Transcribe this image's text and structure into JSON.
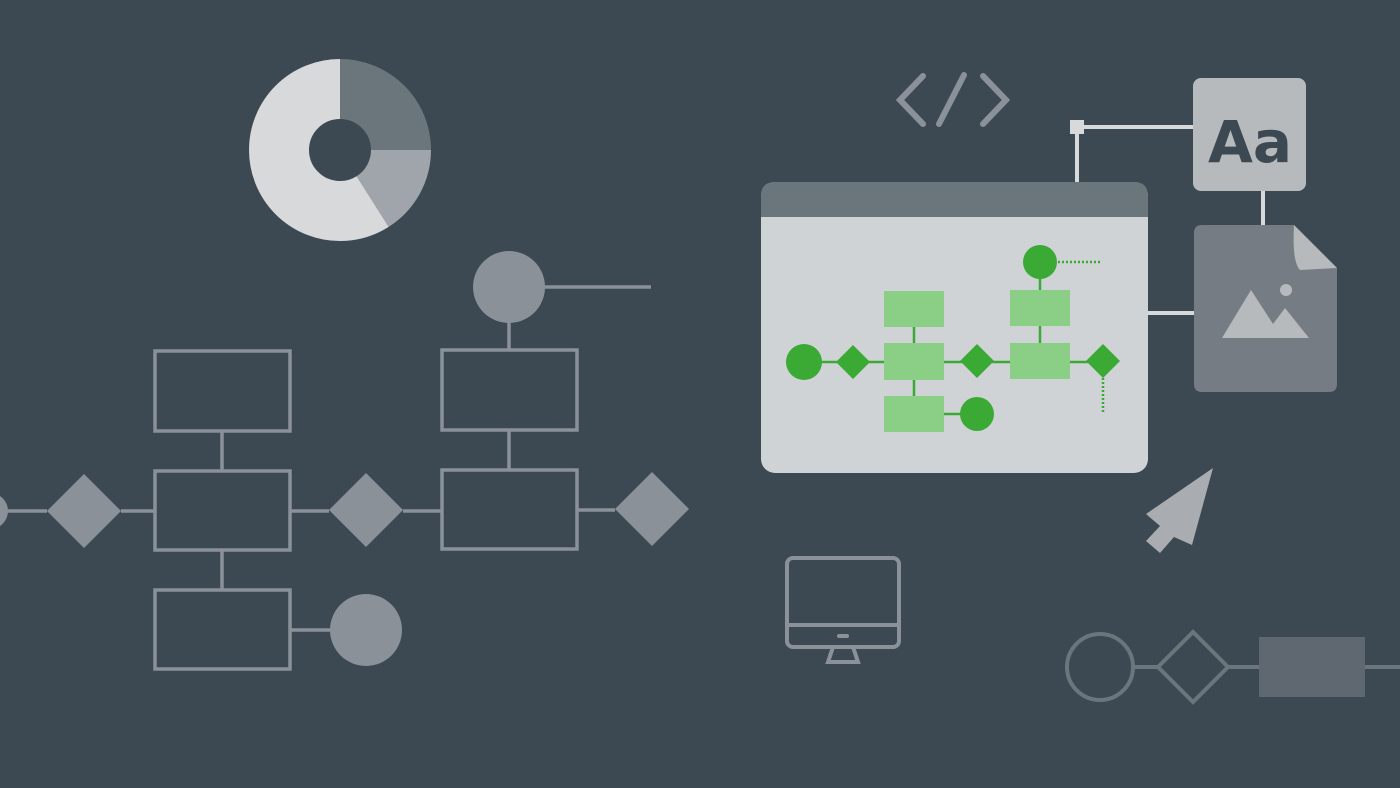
{
  "colors": {
    "background": "#3c4852",
    "outline_grey": "#8a9199",
    "light_grey": "#d0d3d6",
    "window_header": "#6b757c",
    "green": "#3aaa35",
    "light_green": "#8acf85"
  },
  "donut": {
    "slices": [
      0.25,
      0.16,
      0.59
    ]
  },
  "typography_card": {
    "label": "Aa"
  },
  "icons": [
    "code-icon",
    "typography-icon",
    "image-file-icon",
    "cursor-icon",
    "monitor-icon",
    "donut-chart-icon"
  ]
}
